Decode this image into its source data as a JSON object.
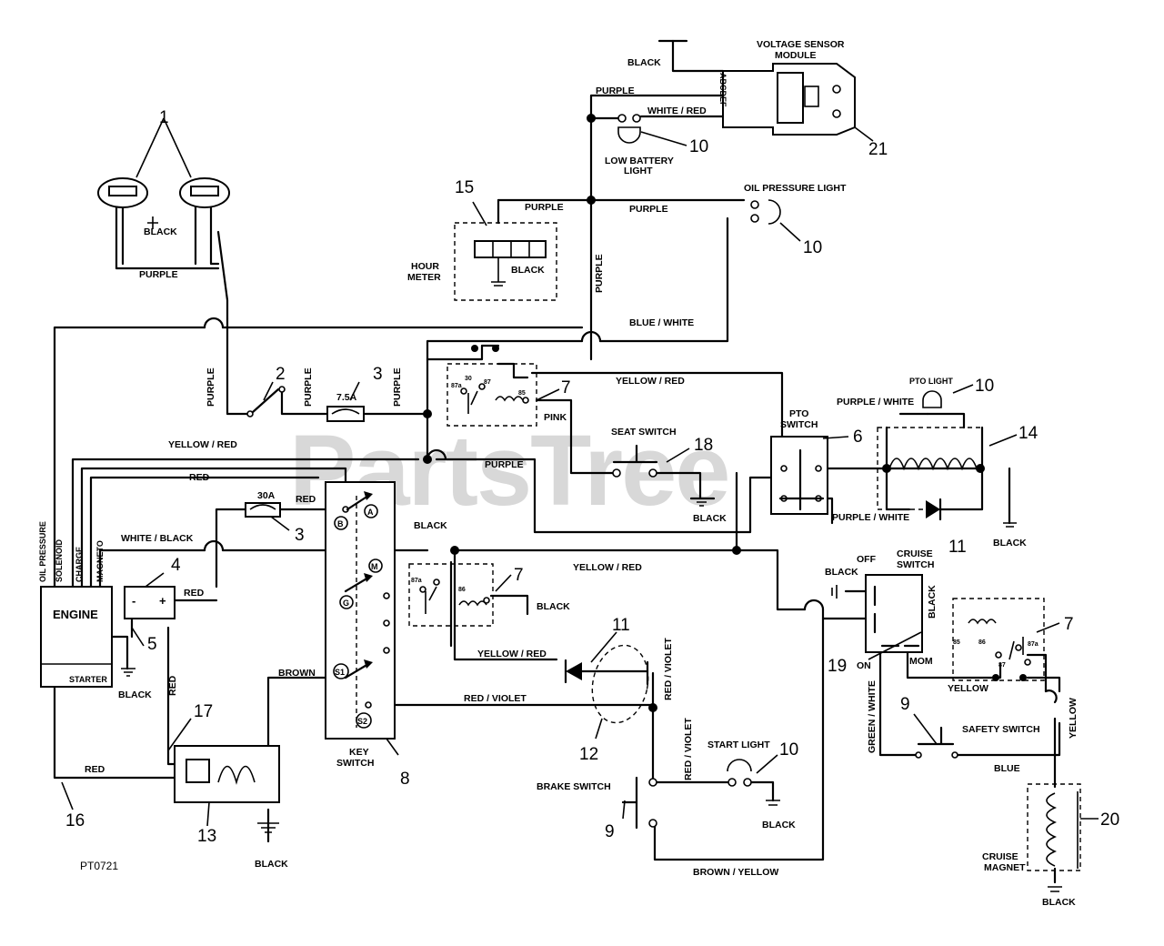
{
  "watermark": "PartsTree",
  "drawing_code": "PT0721",
  "callouts": {
    "c1": "1",
    "c2": "2",
    "c3a": "3",
    "c3b": "3",
    "c4": "4",
    "c5": "5",
    "c6": "6",
    "c7a": "7",
    "c7b": "7",
    "c7c": "7",
    "c8": "8",
    "c9a": "9",
    "c9b": "9",
    "c10a": "10",
    "c10b": "10",
    "c10c": "10",
    "c10d": "10",
    "c11a": "11",
    "c11b": "11",
    "c12": "12",
    "c13": "13",
    "c14": "14",
    "c15": "15",
    "c16": "16",
    "c17": "17",
    "c18": "18",
    "c19": "19",
    "c20": "20",
    "c21": "21"
  },
  "components": {
    "voltage_sensor_l1": "VOLTAGE SENSOR",
    "voltage_sensor_l2": "MODULE",
    "sensor_pins": "ABCDEF",
    "low_battery_l1": "LOW BATTERY",
    "low_battery_l2": "LIGHT",
    "oil_pressure_light": "OIL PRESSURE LIGHT",
    "hour_meter_l1": "HOUR",
    "hour_meter_l2": "METER",
    "pto_light": "PTO LIGHT",
    "pto_switch_l1": "PTO",
    "pto_switch_l2": "SWITCH",
    "seat_switch": "SEAT SWITCH",
    "engine": "ENGINE",
    "starter": "STARTER",
    "oil_pressure": "OIL PRESSURE",
    "solenoid": "SOLENOID",
    "charge": "CHARGE",
    "magneto": "MAGNETO",
    "fuse_75": "7.5A",
    "fuse_30": "30A",
    "key_switch_l1": "KEY",
    "key_switch_l2": "SWITCH",
    "terminal_b": "B",
    "terminal_a": "A",
    "terminal_m": "M",
    "terminal_g": "G",
    "terminal_s1": "S1",
    "terminal_s2": "S2",
    "cruise_switch_l1": "CRUISE",
    "cruise_switch_l2": "SWITCH",
    "cruise_off": "OFF",
    "cruise_on": "ON",
    "cruise_mom": "MOM",
    "safety_switch": "SAFETY SWITCH",
    "brake_switch": "BRAKE SWITCH",
    "start_light": "START LIGHT",
    "cruise_magnet_l1": "CRUISE",
    "cruise_magnet_l2": "MAGNET",
    "battery_neg": "-",
    "battery_pos": "+",
    "relay_87a": "87a",
    "relay_30": "30",
    "relay_87": "87",
    "relay_85": "85",
    "relay_86": "86"
  },
  "wires": {
    "black_1": "BLACK",
    "purple_1": "PURPLE",
    "white_red": "WHITE / RED",
    "purple_2": "PURPLE",
    "purple_3": "PURPLE",
    "black_hour": "BLACK",
    "purple_vert": "PURPLE",
    "blue_white": "BLUE / WHITE",
    "black_lamps": "BLACK",
    "purple_lamps": "PURPLE",
    "purple_v1": "PURPLE",
    "purple_v2": "PURPLE",
    "purple_v3": "PURPLE",
    "yellow_red_top": "YELLOW / RED",
    "pink": "PINK",
    "purple_white_top": "PURPLE / WHITE",
    "yellow_red_left": "YELLOW / RED",
    "red_left": "RED",
    "purple_seat": "PURPLE",
    "black_seat": "BLACK",
    "red_30a": "RED",
    "black_relay": "BLACK",
    "white_black": "WHITE / BLACK",
    "yellow_red_mid": "YELLOW / RED",
    "purple_white_bot": "PURPLE / WHITE",
    "black_coil": "BLACK",
    "black_cruise": "BLACK",
    "red_batt": "RED",
    "black_relay2": "BLACK",
    "black_engine": "BLACK",
    "red_vert": "RED",
    "yellow_red_bot": "YELLOW / RED",
    "brown": "BROWN",
    "red_violet_1": "RED / VIOLET",
    "red_violet_2": "RED / VIOLET",
    "red_violet_3": "RED / VIOLET",
    "black_r3": "BLACK",
    "yellow_r3": "YELLOW",
    "green_white": "GREEN / WHITE",
    "blue": "BLUE",
    "yellow_vert": "YELLOW",
    "red_16": "RED",
    "black_13": "BLACK",
    "black_start": "BLACK",
    "brown_yellow": "BROWN / YELLOW",
    "black_20": "BLACK"
  }
}
